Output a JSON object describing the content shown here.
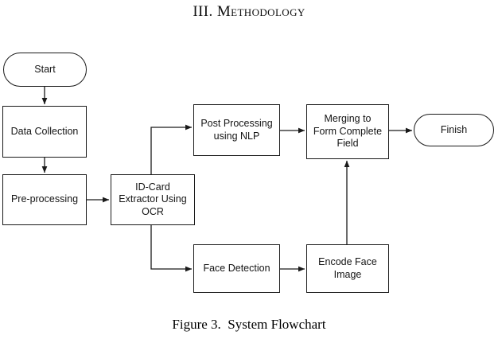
{
  "page": {
    "section_heading_number": "III.",
    "section_heading_title": "Methodology",
    "figure_caption": "Figure 3.  System Flowchart",
    "background_color": "#ffffff",
    "stroke_color": "#1a1a1a",
    "text_color": "#141414"
  },
  "flowchart": {
    "nodes": [
      {
        "id": "start",
        "label": "Start",
        "shape": "terminal"
      },
      {
        "id": "data",
        "label": "Data Collection",
        "shape": "process"
      },
      {
        "id": "preprocess",
        "label": "Pre-processing",
        "shape": "process"
      },
      {
        "id": "extractor",
        "label": "ID-Card\nExtractor Using\nOCR",
        "shape": "process"
      },
      {
        "id": "postprocess",
        "label": "Post Processing\nusing NLP",
        "shape": "process"
      },
      {
        "id": "merging",
        "label": "Merging to\nForm Complete\nField",
        "shape": "process"
      },
      {
        "id": "finish",
        "label": "Finish",
        "shape": "terminal"
      },
      {
        "id": "facedetect",
        "label": "Face Detection",
        "shape": "process"
      },
      {
        "id": "encodeface",
        "label": "Encode Face\nImage",
        "shape": "process"
      }
    ],
    "edges": [
      {
        "from": "start",
        "to": "data",
        "direction": "down"
      },
      {
        "from": "data",
        "to": "preprocess",
        "direction": "down"
      },
      {
        "from": "preprocess",
        "to": "extractor",
        "direction": "right"
      },
      {
        "from": "extractor",
        "to": "postprocess",
        "direction": "up-then-right"
      },
      {
        "from": "extractor",
        "to": "facedetect",
        "direction": "down-then-right"
      },
      {
        "from": "postprocess",
        "to": "merging",
        "direction": "right"
      },
      {
        "from": "merging",
        "to": "finish",
        "direction": "right"
      },
      {
        "from": "facedetect",
        "to": "encodeface",
        "direction": "right"
      },
      {
        "from": "encodeface",
        "to": "merging",
        "direction": "up"
      }
    ]
  }
}
